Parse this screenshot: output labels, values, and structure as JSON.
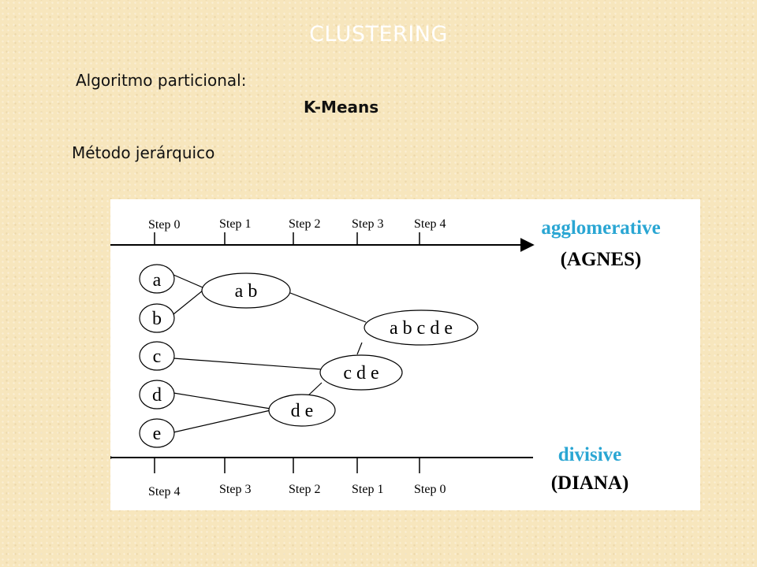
{
  "slide": {
    "title": "CLUSTERING",
    "partitional_label": "Algoritmo particional:",
    "partitional_method": "K-Means",
    "hierarchical_label": "Método jerárquico"
  },
  "colors": {
    "background": "#f7e6bd",
    "accent": "#2aa6d3",
    "title": "#ffffff",
    "line": "#000000"
  },
  "diagram": {
    "top_steps": [
      "Step 0",
      "Step 1",
      "Step 2",
      "Step 3",
      "Step 4"
    ],
    "bottom_steps": [
      "Step 4",
      "Step 3",
      "Step 2",
      "Step 1",
      "Step 0"
    ],
    "agglomerative": {
      "name": "agglomerative",
      "abbr": "(AGNES)"
    },
    "divisive": {
      "name": "divisive",
      "abbr": "(DIANA)"
    },
    "nodes": {
      "a": "a",
      "b": "b",
      "c": "c",
      "d": "d",
      "e": "e",
      "ab": "a b",
      "de": "d e",
      "cde": "c d e",
      "abcde": "a b c d e"
    }
  }
}
